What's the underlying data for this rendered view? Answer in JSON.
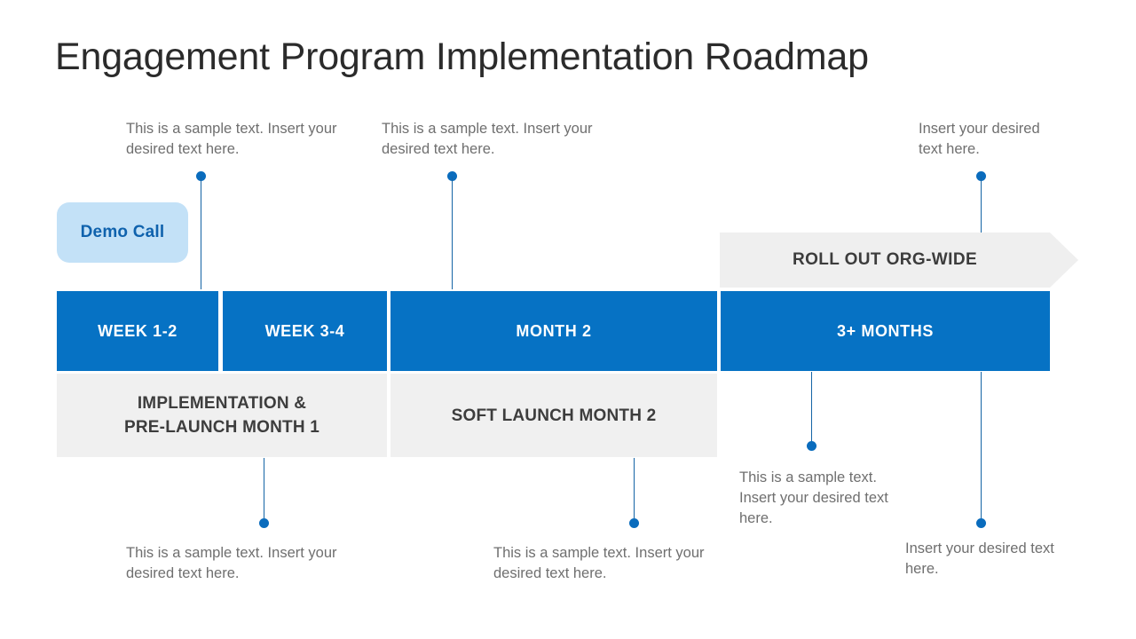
{
  "slide": {
    "title": "Engagement Program Implementation Roadmap",
    "background_color": "#ffffff"
  },
  "colors": {
    "bar_blue": "#0672C4",
    "badge_blue_bg": "#C3E1F7",
    "badge_blue_text": "#0F62AD",
    "banner_gray": "#EFEFEF",
    "phase_gray": "#F0F0F0",
    "connector_blue": "#1464A5",
    "dot_blue": "#0A6CBD",
    "note_text": "#6F6F6F",
    "title_text": "#2B2B2B"
  },
  "badge": {
    "label": "Demo Call"
  },
  "banner": {
    "label": "ROLL OUT ORG-WIDE"
  },
  "timeline": {
    "bars": [
      {
        "label": "WEEK 1-2"
      },
      {
        "label": "WEEK 3-4"
      },
      {
        "label": "MONTH 2"
      },
      {
        "label": "3+ MONTHS"
      }
    ],
    "phases": [
      {
        "label": "IMPLEMENTATION &\nPRE-LAUNCH MONTH 1"
      },
      {
        "label": "SOFT LAUNCH MONTH 2"
      }
    ]
  },
  "notes": {
    "top_left": "This is a sample text. Insert your desired text here.",
    "top_middle": "This is a sample text. Insert your desired text here.",
    "top_right": "Insert your desired text here.",
    "bottom_left": "This is a sample text. Insert your desired text here.",
    "bottom_middle": "This is a sample text. Insert your desired text here.",
    "bottom_right_inner": "This is a sample text. Insert your desired text here.",
    "bottom_right_outer": "Insert your desired text here."
  }
}
